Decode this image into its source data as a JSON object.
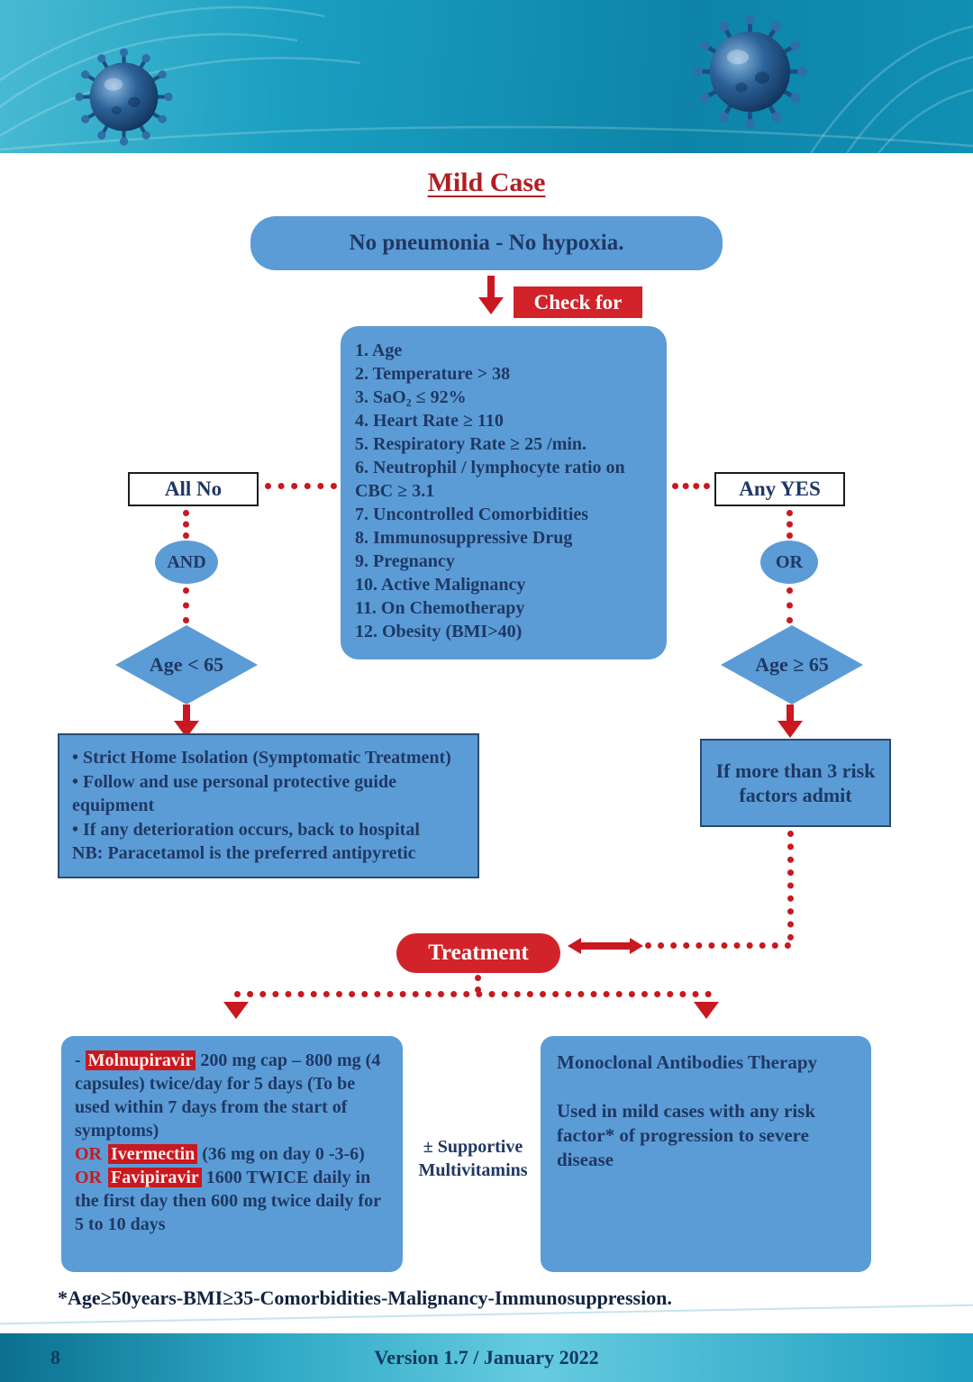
{
  "page": {
    "title": "Mild Case",
    "footnote": "*Age≥50years-BMI≥35-Comorbidities-Malignancy-Immunosuppression.",
    "page_number": "8",
    "version": "Version 1.7 / January 2022"
  },
  "colors": {
    "box_blue": "#5b9cd6",
    "text_navy": "#1f3864",
    "accent_red": "#c9181f",
    "label_red": "#d2232a",
    "header_teal": "#0d84a8"
  },
  "flow": {
    "start": "No pneumonia - No hypoxia.",
    "check_for": "Check for",
    "criteria": [
      "1. Age",
      "2. Temperature > 38",
      "3. SaO₂ ≤ 92%",
      "4. Heart Rate ≥ 110",
      "5. Respiratory Rate ≥ 25 /min.",
      "6. Neutrophil / lymphocyte ratio on CBC ≥ 3.1",
      "7. Uncontrolled Comorbidities",
      "8. Immunosuppressive Drug",
      "9. Pregnancy",
      "10. Active Malignancy",
      "11. On Chemotherapy",
      "12. Obesity (BMI>40)"
    ],
    "left": {
      "gate": "All No",
      "logic": "AND",
      "decision": "Age < 65",
      "outcome": [
        "• Strict Home Isolation (Symptomatic Treatment)",
        "• Follow and use personal protective guide equipment",
        "• If any deterioration occurs, back to hospital",
        "NB: Paracetamol is the preferred antipyretic"
      ]
    },
    "right": {
      "gate": "Any YES",
      "logic": "OR",
      "decision": "Age ≥ 65",
      "outcome": "If more than 3 risk factors admit"
    },
    "treatment_label": "Treatment",
    "medications": {
      "dash": "- ",
      "drug1": "Molnupiravir",
      "drug1_rest": " 200 mg cap – 800 mg (4 capsules) twice/day for 5 days (To be used within 7 days from the start of symptoms)",
      "or1": "OR",
      "drug2": "Ivermectin",
      "drug2_rest": " (36 mg on day 0 -3-6)",
      "or2": "OR",
      "drug3": "Favipiravir",
      "drug3_rest": " 1600 TWICE daily in the first day then 600 mg twice daily for 5 to 10 days"
    },
    "supportive": "± Supportive Multivitamins",
    "monoclonal": {
      "title": "Monoclonal Antibodies Therapy",
      "body": "Used in mild cases with any risk factor* of progression to severe disease"
    }
  }
}
